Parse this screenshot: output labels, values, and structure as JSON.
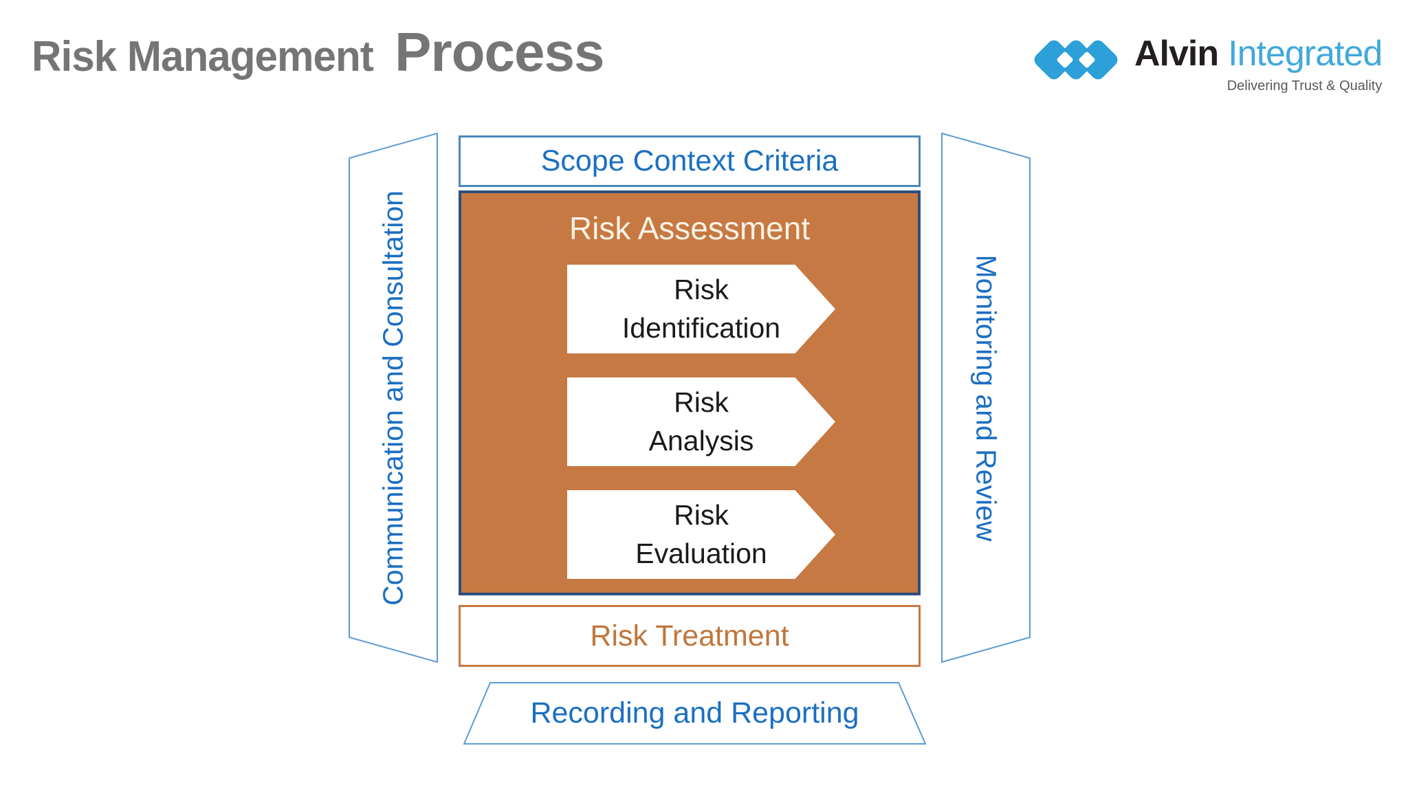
{
  "header": {
    "title_main": "Risk Management",
    "title_emphasis": "Process",
    "logo": {
      "brand": "Alvin",
      "brand2": "Integrated",
      "tagline": "Delivering Trust & Quality"
    }
  },
  "diagram": {
    "scope_label": "Scope Context Criteria",
    "assessment": {
      "title": "Risk Assessment",
      "steps": [
        {
          "line1": "Risk",
          "line2": "Identification"
        },
        {
          "line1": "Risk",
          "line2": "Analysis"
        },
        {
          "line1": "Risk",
          "line2": "Evaluation"
        }
      ]
    },
    "treatment_label": "Risk Treatment",
    "recording_label": "Recording and Reporting",
    "communication_label": "Communication and Consultation",
    "monitoring_label": "Monitoring and Review"
  },
  "colors": {
    "title_gray": "#757575",
    "diagram_blue_text": "#1B6FC1",
    "light_blue_outline": "#5B9BD5",
    "scope_border_blue": "#4E87BE",
    "assessment_fill_orange": "#C67942",
    "assessment_border_navy": "#2F4E7E",
    "treatment_orange": "#C0763B",
    "logo_blue": "#2D9FD9",
    "logo_text_blue": "#41A8DC",
    "logo_black": "#231F20",
    "tagline_gray": "#58595B"
  }
}
